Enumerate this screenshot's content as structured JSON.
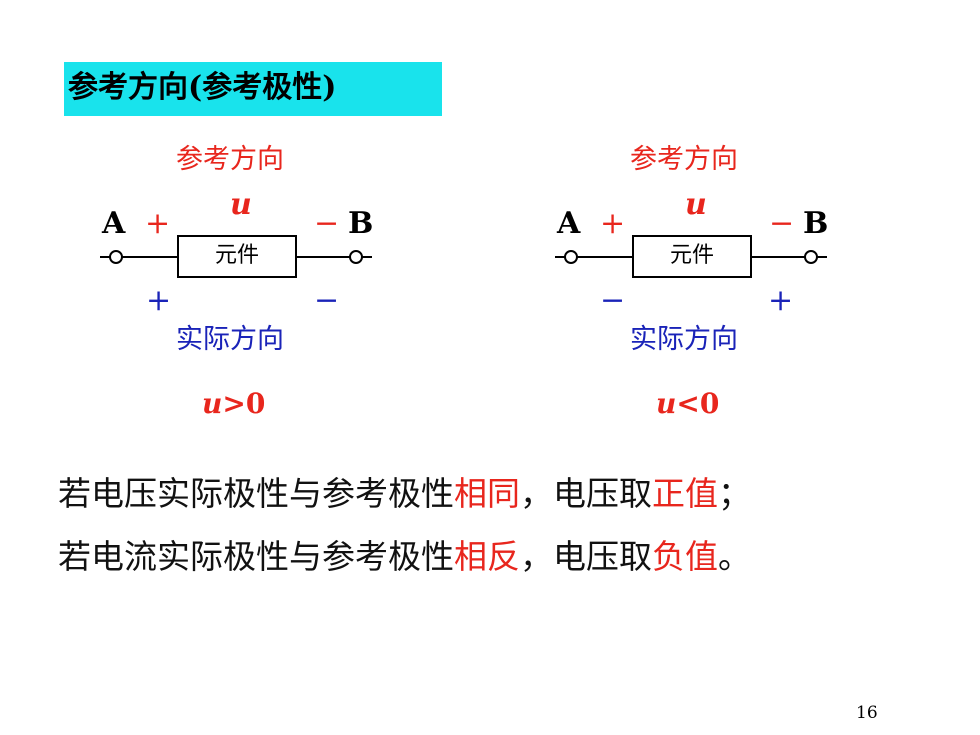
{
  "title": "参考方向(参考极性)",
  "left_circuit": {
    "reference_label": "参考方向",
    "terminal_a": "A",
    "terminal_b": "B",
    "ref_plus": "+",
    "ref_minus": "−",
    "voltage_symbol": "u",
    "element_label": "元件",
    "actual_left_sign": "+",
    "actual_right_sign": "−",
    "actual_label": "实际方向",
    "condition_var": "u",
    "condition_rest": ">0"
  },
  "right_circuit": {
    "reference_label": "参考方向",
    "terminal_a": "A",
    "terminal_b": "B",
    "ref_plus": "+",
    "ref_minus": "−",
    "voltage_symbol": "u",
    "element_label": "元件",
    "actual_left_sign": "−",
    "actual_right_sign": "+",
    "actual_label": "实际方向",
    "condition_var": "u",
    "condition_rest": "<0"
  },
  "line1": {
    "part1": "若电压实际极性与参考极性",
    "hl1": "相同",
    "part2": "，电压取",
    "hl2": "正值",
    "part3": "；"
  },
  "line2": {
    "part1": "若电流实际极性与参考极性",
    "hl1": "相反",
    "part2": "，电压取",
    "hl2": "负值",
    "part3": "。"
  },
  "page_number": "16",
  "colors": {
    "title_bg": "#19e3ec",
    "reference": "#e8261d",
    "actual": "#1a23b8",
    "highlight": "#e8261d"
  }
}
